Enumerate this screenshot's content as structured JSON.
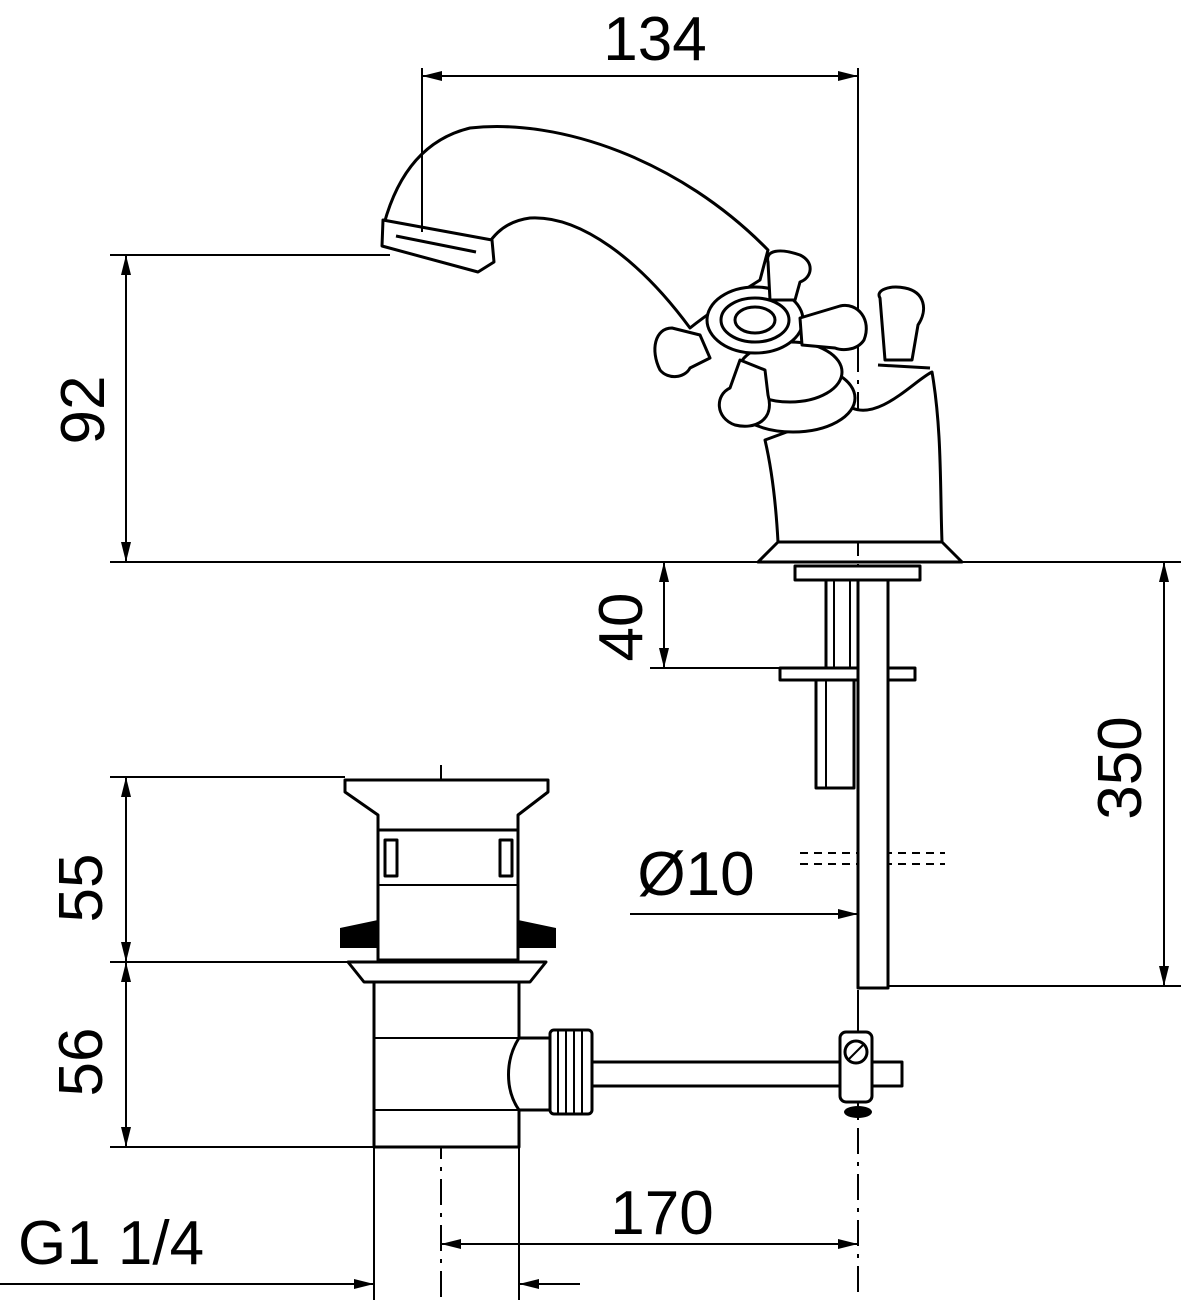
{
  "drawing": {
    "dimensions": {
      "spout_reach": "134",
      "spout_height": "92",
      "mount_thickness": "40",
      "supply_length": "350",
      "pipe_diameter": "Ø10",
      "waste_upper": "55",
      "waste_lower": "56",
      "drain_distance": "170",
      "waste_thread": "G1 1/4"
    },
    "colors": {
      "line": "#000000",
      "background": "#ffffff"
    }
  }
}
